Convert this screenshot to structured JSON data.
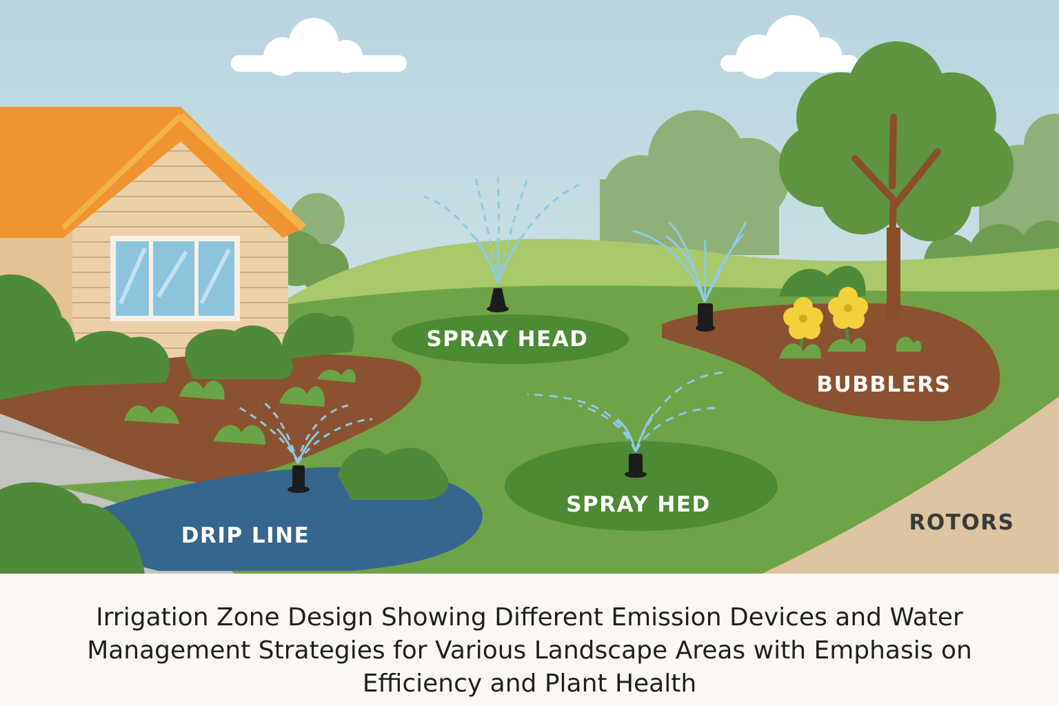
{
  "zones": [
    {
      "label": "SPRAY HEAD",
      "device": "spray-head"
    },
    {
      "label": "BUBBLERS",
      "device": "bubbler"
    },
    {
      "label": "SPRAY HED",
      "device": "spray-head"
    },
    {
      "label": "DRIP LINE",
      "device": "drip-emitter"
    },
    {
      "label": "ROTORS",
      "device": "rotor"
    }
  ],
  "caption": "Irrigation Zone Design Showing Different Emission Devices and Water Management Strategies for Various Landscape Areas with Emphasis on Efficiency and Plant Health",
  "colors": {
    "sky": "#c5dde5",
    "lawn": "#6fa348",
    "mulch": "#8a5230",
    "drip_zone": "#36658e",
    "path": "#dcc5a0",
    "roof": "#ec8e2c",
    "water": "#8fc9e4"
  }
}
